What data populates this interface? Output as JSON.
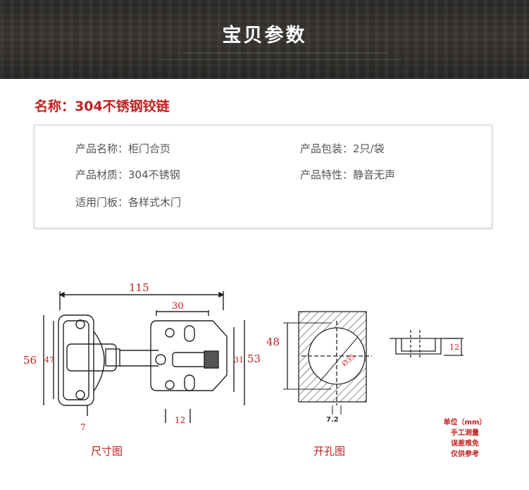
{
  "header": {
    "title": "宝贝参数"
  },
  "product": {
    "name_line": "名称：304不锈钢铰链"
  },
  "specs": {
    "name": "产品名称：柜门合页",
    "package": "产品包装：2只/袋",
    "material": "产品材质：304不锈钢",
    "feature": "产品特性：静音无声",
    "door": "适用门板：各样式木门"
  },
  "diagram": {
    "dim_115": "115",
    "dim_30": "30",
    "dim_56": "56",
    "dim_47": "47",
    "dim_31": "31",
    "dim_53": "53",
    "dim_7": "7",
    "dim_12": "12",
    "dim_48": "48",
    "dim_35": "Ø35",
    "dim_72": "7.2",
    "dim_12b": "12",
    "caption_size": "尺寸图",
    "caption_hole": "开孔图"
  },
  "note": {
    "unit": "单位（mm）",
    "line1": "手工测量",
    "line2": "误差难免",
    "line3": "仅供参考"
  },
  "colors": {
    "accent": "#c0211f",
    "banner": "#33302e"
  }
}
